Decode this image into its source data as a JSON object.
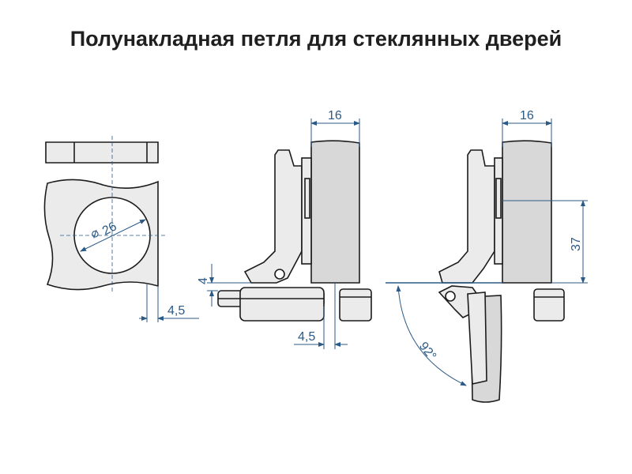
{
  "title": "Полунакладная петля для стеклянных дверей",
  "dimensions": {
    "cup_diameter": "26",
    "edge_offset_left": "4,5",
    "vertical_offset": "4",
    "glass_width_middle": "16",
    "edge_offset_middle": "4,5",
    "glass_width_right": "16",
    "height_right": "37",
    "opening_angle": "92°"
  },
  "symbols": {
    "diameter": "⌀"
  }
}
